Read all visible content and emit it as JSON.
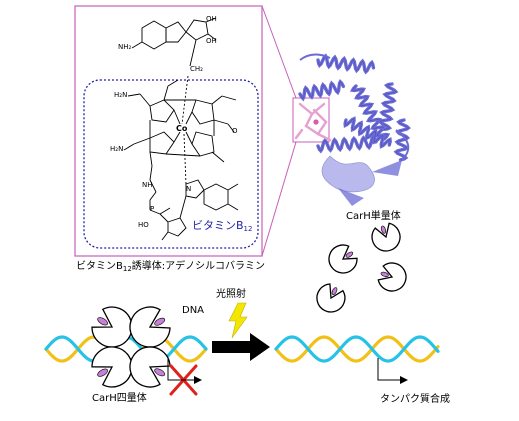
{
  "molecule": {
    "adenine_nh2": "NH₂",
    "ch2": "CH₂",
    "oh_top_1": "OH",
    "oh_top_2": "OH",
    "cobalt": "Co",
    "b12_region_label": "ビタミンB",
    "b12_subscript": "12",
    "caption_prefix": "ビタミンB",
    "caption_subscript": "12",
    "caption_suffix": "誘導体:アデノシルコバラミン",
    "amide_group": "H₂N",
    "amide_o": "O",
    "ho_label": "HO",
    "phosphate_p": "P",
    "nh_label": "NH",
    "n_label": "N"
  },
  "protein": {
    "monomer_label": "CarH単量体",
    "tetramer_label": "CarH四量体"
  },
  "process": {
    "dna_label": "DNA",
    "light_label": "光照射",
    "synthesis_label": "タンパク質合成"
  },
  "colors": {
    "frame_magenta": "#c85fb8",
    "b12_box_blue": "#2323a6",
    "dna_yellow": "#f2c118",
    "dna_cyan": "#27c2e6",
    "protein_purple": "#6b6bd6",
    "ligand_pink": "#e7a0d0",
    "bolt_yellow": "#f3e600",
    "cross_red": "#e0211a"
  }
}
